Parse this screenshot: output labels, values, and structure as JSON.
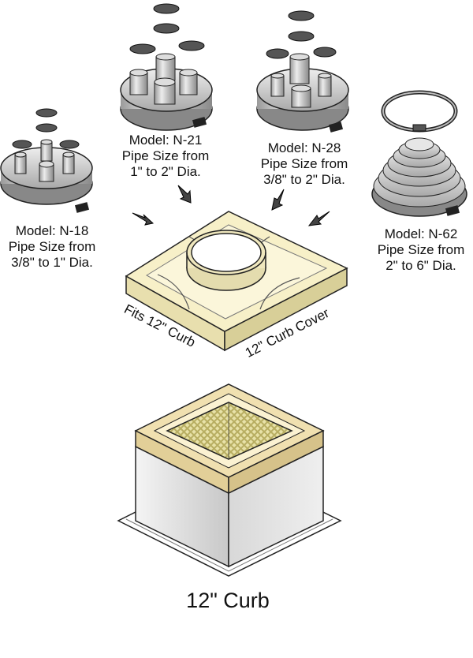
{
  "models": [
    {
      "model": "Model: N-18",
      "pipe_size": "Pipe Size from",
      "range": "3/8\" to 1\" Dia."
    },
    {
      "model": "Model: N-21",
      "pipe_size": "Pipe Size from",
      "range": "1\" to 2\" Dia."
    },
    {
      "model": "Model: N-28",
      "pipe_size": "Pipe Size from",
      "range": "3/8\" to 2\" Dia."
    },
    {
      "model": "Model: N-62",
      "pipe_size": "Pipe Size from",
      "range": "2\" to 6\" Dia."
    }
  ],
  "cover": {
    "fits_label": "Fits 12\" Curb",
    "name_label": "12\" Curb Cover"
  },
  "curb": {
    "title": "12\" Curb"
  },
  "colors": {
    "cover": "#f7f0c8",
    "wood": "#f0e0b0",
    "screen": "#c9c27a",
    "metal": "#d4d4d4",
    "arrow": "#444444"
  }
}
